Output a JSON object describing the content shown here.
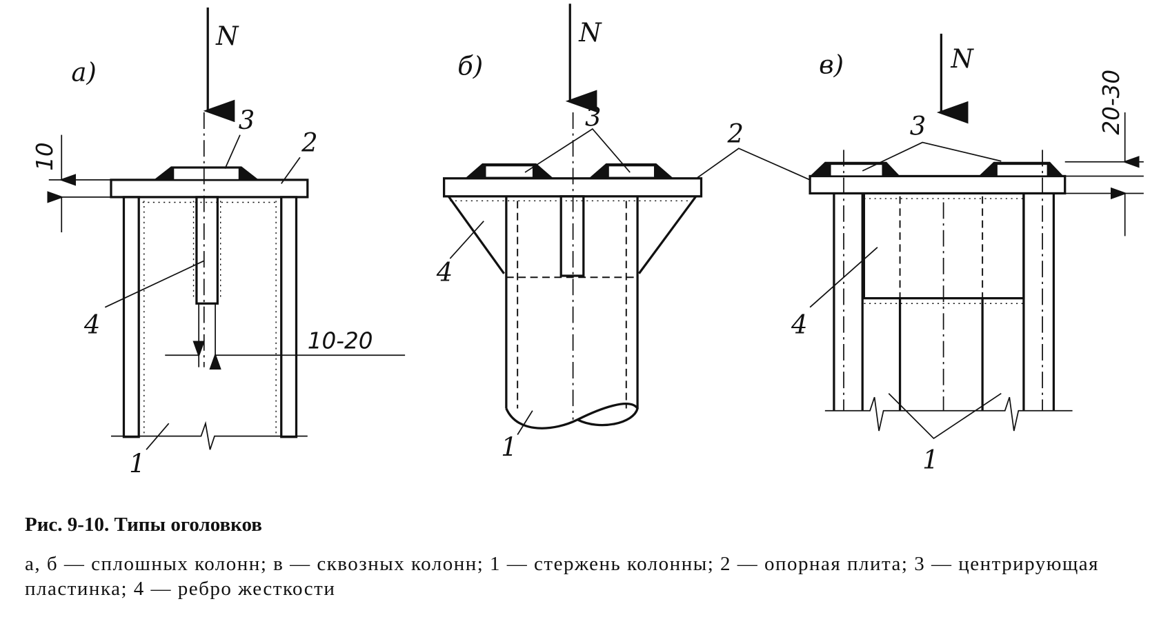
{
  "panels": {
    "a": {
      "label": "а)",
      "force": "N",
      "dim_plate": "10",
      "dim_gap": "10-20",
      "parts": [
        "1",
        "2",
        "3",
        "4"
      ]
    },
    "b": {
      "label": "б)",
      "force": "N",
      "parts": [
        "1",
        "2",
        "3",
        "4"
      ]
    },
    "v": {
      "label": "в)",
      "force": "N",
      "dim_plate": "20-30",
      "parts": [
        "1",
        "3",
        "4"
      ]
    }
  },
  "caption": {
    "title": "Рис. 9-10. Типы оголовков",
    "body": "а, б — сплошных колонн; в — сквозных колонн; 1 — стержень колонны; 2 — опорная плита; 3 — центрирующая пластинка; 4 — ребро жесткости"
  }
}
